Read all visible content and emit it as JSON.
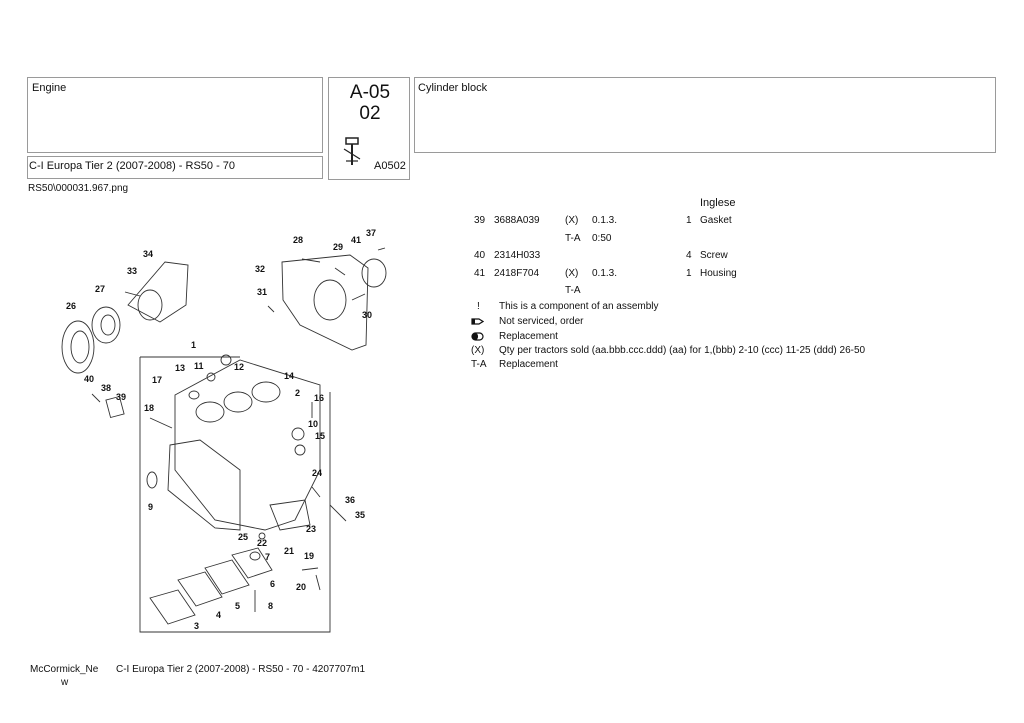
{
  "header": {
    "group_title": "Engine",
    "model_line": "C-I Europa Tier 2 (2007-2008) - RS50 - 70",
    "section_code_line1": "A-05",
    "section_code_line2": "02",
    "section_ref": "A0502",
    "section_title": "Cylinder block"
  },
  "image_filename": "RS50\\000031.967.png",
  "language": "Inglese",
  "parts": [
    {
      "ref": "39",
      "part_no": "3688A039",
      "note": "(X)",
      "serial": "0.1.3.",
      "qty": "1",
      "desc": "Gasket"
    },
    {
      "ref": "",
      "part_no": "",
      "note": "T-A",
      "serial": "0:50",
      "qty": "",
      "desc": ""
    },
    {
      "ref": "40",
      "part_no": "2314H033",
      "note": "",
      "serial": "",
      "qty": "4",
      "desc": "Screw"
    },
    {
      "ref": "41",
      "part_no": "2418F704",
      "note": "(X)",
      "serial": "0.1.3.",
      "qty": "1",
      "desc": "Housing"
    },
    {
      "ref": "",
      "part_no": "",
      "note": "T-A",
      "serial": "",
      "qty": "",
      "desc": ""
    }
  ],
  "legend": [
    {
      "symbol": "!",
      "text": "This is a component of an assembly"
    },
    {
      "symbol": "",
      "icon": "pointing-hand-icon",
      "text": "Not serviced, order"
    },
    {
      "symbol": "",
      "icon": "replacement-icon",
      "text": "Replacement"
    },
    {
      "symbol": "(X)",
      "text": "Qty per tractors sold  (aa.bbb.ccc.ddd) (aa) for 1,(bbb) 2-10 (ccc) 11-25 (ddd) 26-50"
    },
    {
      "symbol": "T-A",
      "text": "Replacement"
    }
  ],
  "diagram_callouts": [
    "1",
    "2",
    "3",
    "4",
    "5",
    "6",
    "7",
    "8",
    "9",
    "10",
    "11",
    "12",
    "13",
    "14",
    "15",
    "16",
    "17",
    "18",
    "19",
    "20",
    "21",
    "22",
    "23",
    "24",
    "25",
    "26",
    "27",
    "28",
    "29",
    "30",
    "31",
    "32",
    "33",
    "34",
    "35",
    "36",
    "37",
    "38",
    "39",
    "40",
    "41"
  ],
  "footer": {
    "brand_line1": "McCormick_Ne",
    "brand_line2": "w",
    "doc_line": "C-I Europa Tier 2 (2007-2008) - RS50 - 70 - 4207707m1"
  }
}
